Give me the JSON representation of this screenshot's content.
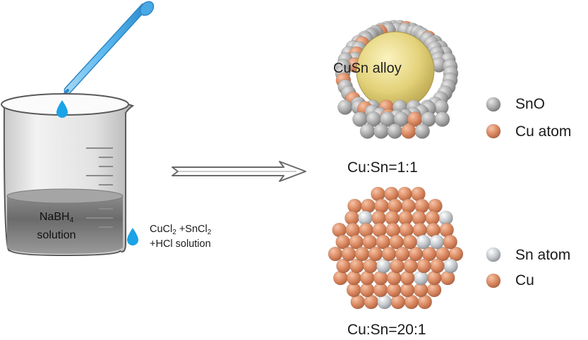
{
  "beaker": {
    "reagent": "NaBH",
    "reagent_sub": "4",
    "reagent_line2": "solution"
  },
  "drop_label": {
    "line1_a": "CuCl",
    "line1_a_sub": "2",
    "line1_b": " +SnCl",
    "line1_b_sub": "2",
    "line2": "+HCl solution"
  },
  "top_particle": {
    "core_label": "CuSn alloy",
    "caption": "Cu:Sn=1:1"
  },
  "bottom_particle": {
    "caption": "Cu:Sn=20:1"
  },
  "legend_top": [
    {
      "label": "SnO",
      "color": "#a9a9a9"
    },
    {
      "label": "Cu atom",
      "color": "#d9875f"
    }
  ],
  "legend_bottom": [
    {
      "label": "Sn atom",
      "color": "#c4c8cc"
    },
    {
      "label": "Cu",
      "color": "#d9875f"
    }
  ],
  "colors": {
    "drop": "#1aa3e6",
    "pipette": "#5bb8ee",
    "liquid": "#6e6e6e",
    "core": "#e3d27a",
    "copper": "#d9875f",
    "tin": "#c4c8cc",
    "oxide": "#a9a9a9"
  },
  "icons": [
    "pipette-icon",
    "drop-icon",
    "beaker-icon",
    "arrow-icon"
  ]
}
